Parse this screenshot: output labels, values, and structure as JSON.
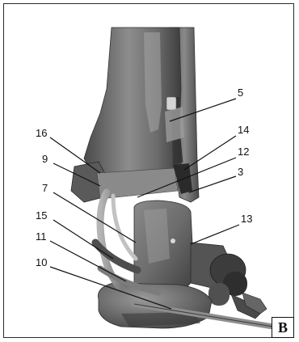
{
  "figure": {
    "panel_letter": "B",
    "callouts": [
      "5",
      "14",
      "12",
      "3",
      "13",
      "16",
      "9",
      "7",
      "15",
      "11",
      "10"
    ]
  },
  "colors": {
    "bone_light": "#9a9a9a",
    "bone_mid": "#6e6e6e",
    "bone_dark": "#3c3c3c",
    "leader_line": "#111111"
  }
}
